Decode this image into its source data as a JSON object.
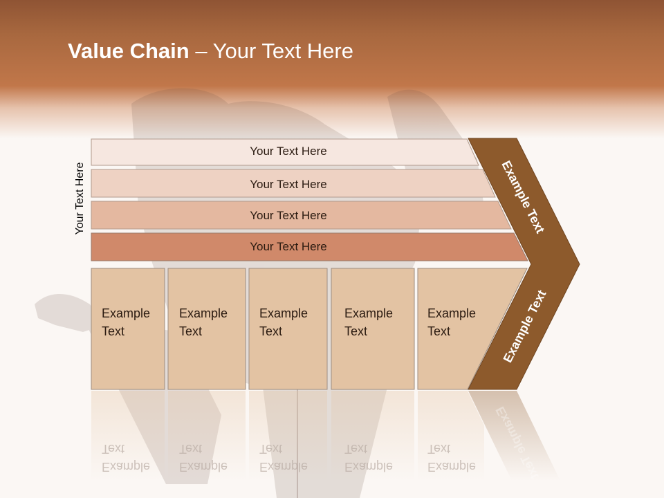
{
  "title": {
    "bold": "Value Chain",
    "rest": " – Your Text Here"
  },
  "side_label": "Your Text Here",
  "bars": [
    {
      "label": "Your Text Here"
    },
    {
      "label": "Your Text Here"
    },
    {
      "label": "Your Text Here"
    },
    {
      "label": "Your Text Here"
    }
  ],
  "boxes": [
    {
      "label": "Example\nText"
    },
    {
      "label": "Example\nText"
    },
    {
      "label": "Example\nText"
    },
    {
      "label": "Example\nText"
    },
    {
      "label": "Example\nText"
    }
  ],
  "chevron": {
    "upper": "Example Text",
    "lower": "Example Text"
  },
  "colors": {
    "header": "#c1774a",
    "bar1": "#f6e7e0",
    "bar2": "#eed2c3",
    "bar3": "#e4b8a0",
    "bar4": "#d0896a",
    "box": "#e3c3a3",
    "chevron": "#8d5a2c"
  }
}
